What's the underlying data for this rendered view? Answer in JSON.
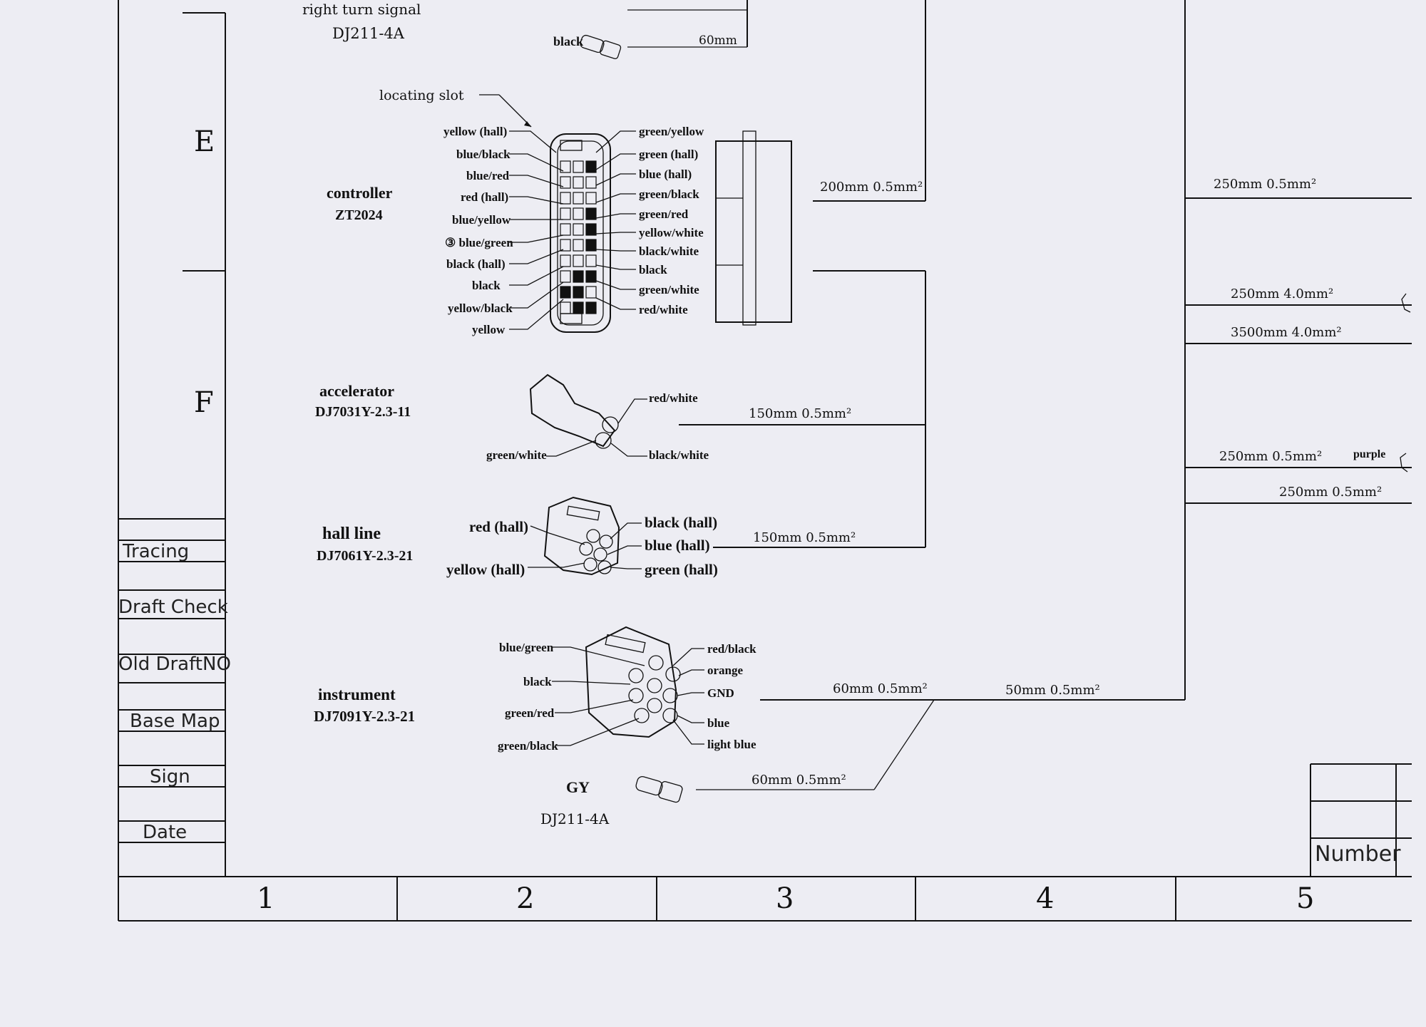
{
  "zones": {
    "e": "E",
    "f": "F"
  },
  "title_block": {
    "tracing": "Tracing",
    "draft_check": "Draft Check",
    "old_draft_no": "Old DraftNO",
    "base_map": "Base Map",
    "sign": "Sign",
    "date": "Date",
    "number": "Number"
  },
  "columns": [
    "1",
    "2",
    "3",
    "4",
    "5"
  ],
  "top_connector": {
    "label_partial": "right turn signal",
    "part": "DJ211-4A",
    "wire": "black",
    "length": "60mm"
  },
  "locating_slot": "locating slot",
  "controller": {
    "name": "controller",
    "part": "ZT2024",
    "left_pins": [
      "yellow (hall)",
      "blue/black",
      "blue/red",
      "red (hall)",
      "blue/yellow",
      "③ blue/green",
      "black (hall)",
      "black",
      "yellow/black",
      "yellow"
    ],
    "right_pins": [
      "green/yellow",
      "green (hall)",
      "blue (hall)",
      "green/black",
      "green/red",
      "yellow/white",
      "black/white",
      "black",
      "green/white",
      "red/white"
    ]
  },
  "accelerator": {
    "name": "accelerator",
    "part": "DJ7031Y-2.3-11",
    "pins": [
      "red/white",
      "green/white",
      "black/white"
    ]
  },
  "hall_line": {
    "name": "hall line",
    "part": "DJ7061Y-2.3-21",
    "pins_left": [
      "red (hall)",
      "yellow (hall)"
    ],
    "pins_right": [
      "black (hall)",
      "blue (hall)",
      "green (hall)"
    ]
  },
  "instrument": {
    "name": "instrument",
    "part": "DJ7091Y-2.3-21",
    "pins_left": [
      "blue/green",
      "black",
      "green/red",
      "green/black"
    ],
    "pins_right": [
      "red/black",
      "orange",
      "GND",
      "blue",
      "light blue"
    ]
  },
  "gy": {
    "name": "GY",
    "part": "DJ211-4A"
  },
  "wire_specs": {
    "controller": "200mm 0.5mm²",
    "accelerator": "150mm 0.5mm²",
    "hall": "150mm 0.5mm²",
    "instrument_a": "60mm 0.5mm²",
    "instrument_b": "50mm 0.5mm²",
    "gy": "60mm 0.5mm²",
    "right_1": "250mm 0.5mm²",
    "right_2": "250mm 4.0mm²",
    "right_3": "3500mm 4.0mm²",
    "right_4": "250mm 0.5mm²",
    "right_5": "250mm 0.5mm²",
    "purple": "purple"
  }
}
